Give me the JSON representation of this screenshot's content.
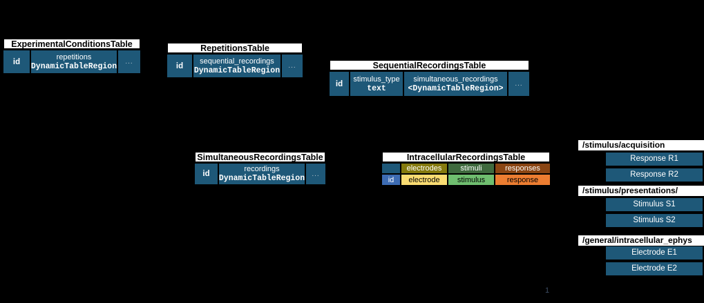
{
  "page": {
    "background": "#000000",
    "page_number": "1"
  },
  "colors": {
    "table_blue": "#1e5878",
    "id_blue": "#3d6cb3",
    "electrodes_dark": "#857a0e",
    "electrode_light": "#fadc72",
    "stimuli_dark": "#3f6a3e",
    "stimulus_light": "#6fbe6f",
    "responses_dark": "#8a4513",
    "response_light": "#ec7d31",
    "header_white": "#ffffff"
  },
  "tables": {
    "experimental_conditions": {
      "title": "ExperimentalConditionsTable",
      "id_label": "id",
      "fields": [
        {
          "name": "repetitions",
          "type": "DynamicTableRegion"
        }
      ],
      "more": "..."
    },
    "repetitions": {
      "title": "RepetitionsTable",
      "id_label": "id",
      "fields": [
        {
          "name": "sequential_recordings",
          "type": "DynamicTableRegion"
        }
      ],
      "more": "..."
    },
    "sequential_recordings": {
      "title": "SequentialRecordingsTable",
      "id_label": "id",
      "fields": [
        {
          "name": "stimulus_type",
          "type": "text"
        },
        {
          "name": "simultaneous_recordings",
          "type": "<DynamicTableRegion>"
        }
      ],
      "more": "..."
    },
    "simultaneous_recordings": {
      "title": "SimultaneousRecordingsTable",
      "id_label": "id",
      "fields": [
        {
          "name": "recordings",
          "type": "DynamicTableRegion"
        }
      ],
      "more": "..."
    },
    "intracellular_recordings": {
      "title": "IntracellularRecordingsTable",
      "id_label": "id",
      "category_row": [
        {
          "label": "electrodes",
          "bg": "#857a0e"
        },
        {
          "label": "stimuli",
          "bg": "#3f6a3e"
        },
        {
          "label": "responses",
          "bg": "#8a4513"
        }
      ],
      "column_row": [
        {
          "label": "electrode",
          "bg": "#fadc72"
        },
        {
          "label": "stimulus",
          "bg": "#6fbe6f"
        },
        {
          "label": "response",
          "bg": "#ec7d31"
        }
      ]
    }
  },
  "groups": [
    {
      "label": "/stimulus/acquisition",
      "items": [
        "Response R1",
        "Response R2"
      ]
    },
    {
      "label": "/stimulus/presentations/",
      "items": [
        "Stimulus S1",
        "Stimulus S2"
      ]
    },
    {
      "label": "/general/intracellular_ephys",
      "items": [
        "Electrode E1",
        "Electrode E2"
      ]
    }
  ]
}
